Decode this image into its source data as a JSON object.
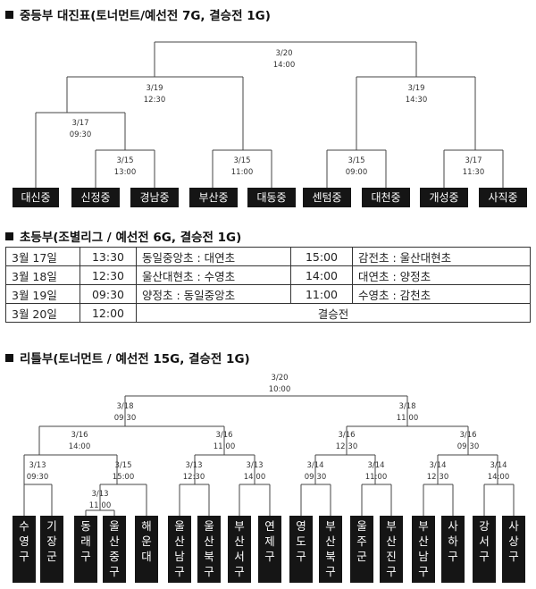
{
  "sections": {
    "middle": {
      "title": "중등부 대진표(토너먼트/예선전 7G, 결승전 1G)"
    },
    "elementary": {
      "title": "초등부(조별리그 / 예선전 6G, 결승전 1G)"
    },
    "little": {
      "title": "리틀부(토너먼트 / 예선전 15G, 결승전 1G)"
    }
  },
  "middle_bracket": {
    "teams": [
      "대신중",
      "신정중",
      "경남중",
      "부산중",
      "대동중",
      "센텀중",
      "대천중",
      "개성중",
      "사직중"
    ],
    "matches": {
      "final": {
        "date": "3/20",
        "time": "14:00"
      },
      "semi_left": {
        "date": "3/19",
        "time": "12:30"
      },
      "semi_right": {
        "date": "3/19",
        "time": "14:30"
      },
      "qf_a": {
        "date": "3/17",
        "time": "09:30"
      },
      "r1_a": {
        "date": "3/15",
        "time": "13:00"
      },
      "r1_b": {
        "date": "3/15",
        "time": "11:00"
      },
      "r1_c": {
        "date": "3/15",
        "time": "09:00"
      },
      "r1_d": {
        "date": "3/17",
        "time": "11:30"
      }
    }
  },
  "elementary_schedule": {
    "rows": [
      {
        "date": "3월 17일",
        "time1": "13:30",
        "match1": "동일중앙초 : 대연초",
        "time2": "15:00",
        "match2": "감전초 : 울산대현초"
      },
      {
        "date": "3월 18일",
        "time1": "12:30",
        "match1": "울산대현초 : 수영초",
        "time2": "14:00",
        "match2": "대연초 : 양정초"
      },
      {
        "date": "3월 19일",
        "time1": "09:30",
        "match1": "양정초 : 동일중앙초",
        "time2": "11:00",
        "match2": "수영초 : 감천초"
      }
    ],
    "final_row": {
      "date": "3월 20일",
      "time": "12:00",
      "label": "결승전"
    }
  },
  "little_bracket": {
    "teams": [
      "수영구",
      "기장군",
      "동래구",
      "울산중구",
      "해운대",
      "울산남구",
      "울산북구",
      "부산서구",
      "연제구",
      "영도구",
      "부산북구",
      "울주군",
      "부산진구",
      "부산남구",
      "사하구",
      "강서구",
      "사상구"
    ],
    "matches": {
      "final": {
        "date": "3/20",
        "time": "10:00"
      },
      "semi_left": {
        "date": "3/18",
        "time": "09:30"
      },
      "semi_right": {
        "date": "3/18",
        "time": "11:00"
      },
      "qf1": {
        "date": "3/16",
        "time": "14:00"
      },
      "qf2": {
        "date": "3/16",
        "time": "11:00"
      },
      "qf3": {
        "date": "3/16",
        "time": "12:30"
      },
      "qf4": {
        "date": "3/16",
        "time": "09:30"
      },
      "r1_1": {
        "date": "3/13",
        "time": "09:30"
      },
      "r1_2": {
        "date": "3/15",
        "time": "15:00"
      },
      "r1_3": {
        "date": "3/13",
        "time": "12:30"
      },
      "r1_4": {
        "date": "3/13",
        "time": "14:00"
      },
      "r1_5": {
        "date": "3/14",
        "time": "09:30"
      },
      "r1_6": {
        "date": "3/14",
        "time": "11:00"
      },
      "r1_7": {
        "date": "3/14",
        "time": "12:30"
      },
      "r1_8": {
        "date": "3/14",
        "time": "14:00"
      },
      "pre": {
        "date": "3/13",
        "time": "11:00"
      }
    }
  }
}
